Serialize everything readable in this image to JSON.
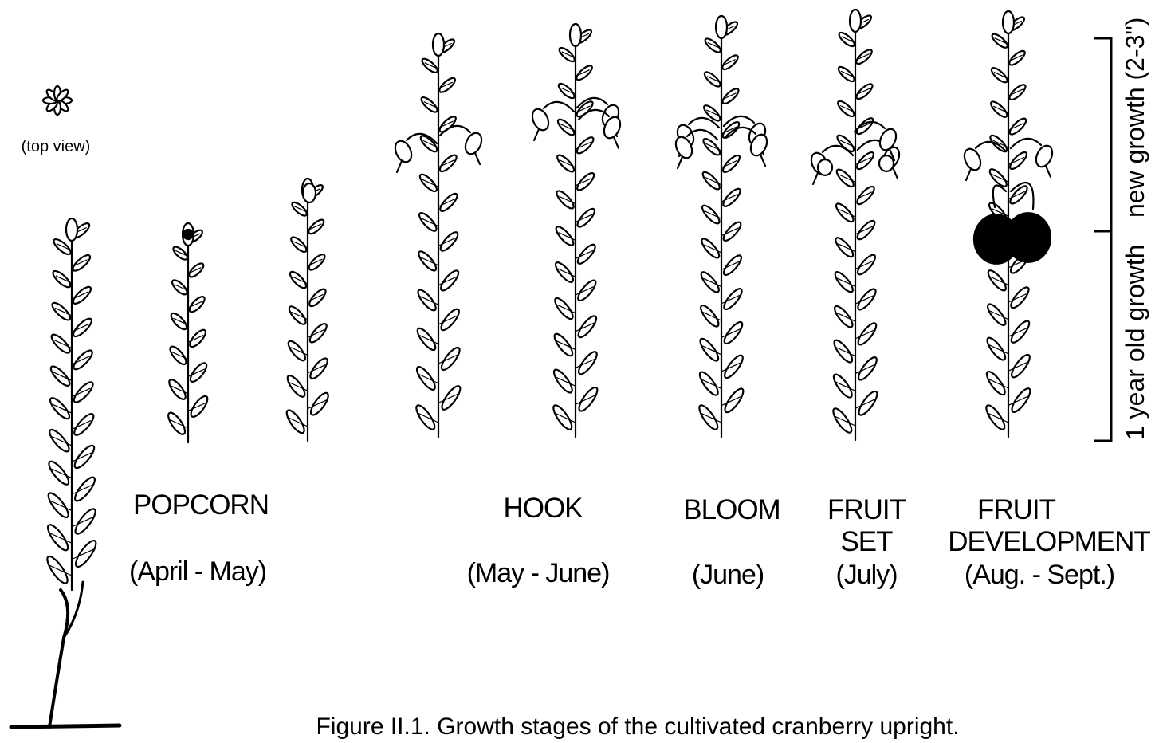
{
  "top_view_label": "(top view)",
  "stages": [
    {
      "id": "popcorn",
      "name": "POPCORN",
      "period": "(April - May)"
    },
    {
      "id": "hook",
      "name": "HOOK",
      "period": "(May - June)"
    },
    {
      "id": "bloom",
      "name": "BLOOM",
      "period": "(June)"
    },
    {
      "id": "fruit-set",
      "name_line1": "FRUIT",
      "name_line2": "SET",
      "period": "(July)"
    },
    {
      "id": "fruit-development",
      "name_line1": "FRUIT",
      "name_line2": "DEVELOPMENT",
      "period": "(Aug. - Sept.)"
    }
  ],
  "scale_bar": {
    "new_growth_label": "new  growth (2-3\")",
    "old_growth_label": "1 year old growth"
  },
  "caption": "Figure II.1. Growth stages of the cultivated cranberry upright."
}
